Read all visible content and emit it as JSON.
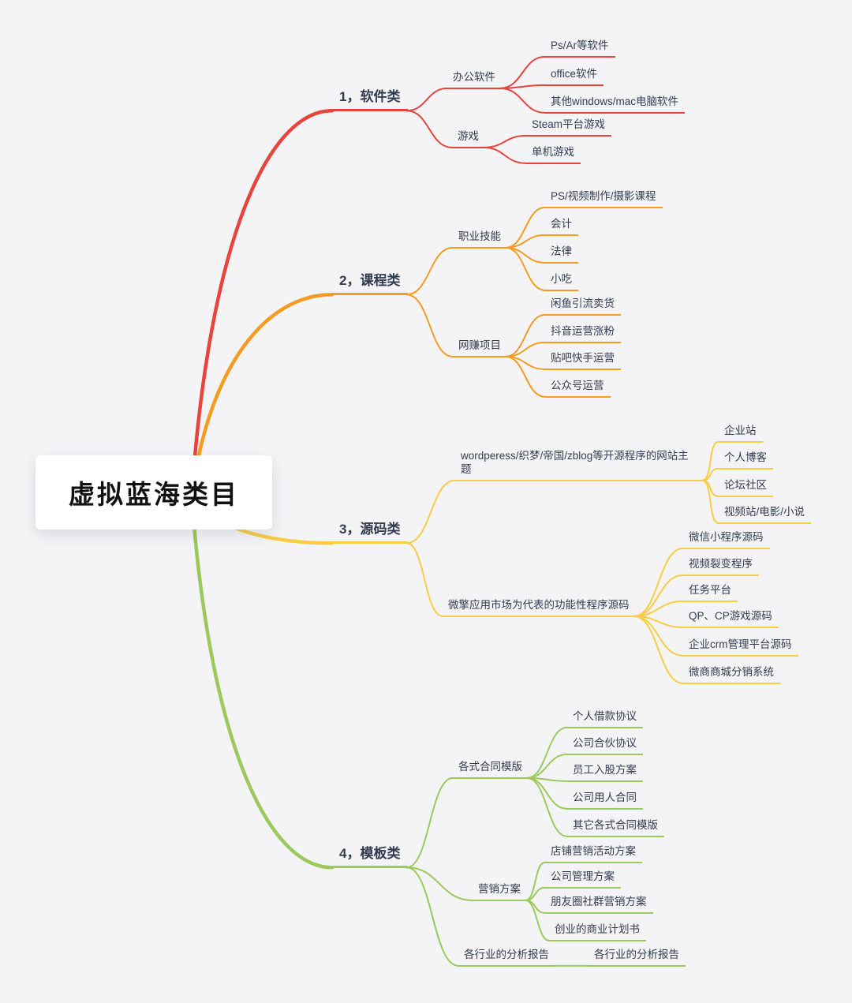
{
  "canvas": {
    "background": "#f4f4f6",
    "text_color": "#333b4f"
  },
  "mindmap": {
    "root": {
      "label": "虚拟蓝海类目"
    },
    "branches": [
      {
        "label": "1，软件类",
        "color": "#e7453c",
        "children": [
          {
            "label": "办公软件",
            "children": [
              {
                "label": "Ps/Ar等软件"
              },
              {
                "label": "office软件"
              },
              {
                "label": "其他windows/mac电脑软件"
              }
            ]
          },
          {
            "label": "游戏",
            "children": [
              {
                "label": "Steam平台游戏"
              },
              {
                "label": "单机游戏"
              }
            ]
          }
        ]
      },
      {
        "label": "2，课程类",
        "color": "#f59b22",
        "children": [
          {
            "label": "职业技能",
            "children": [
              {
                "label": "PS/视频制作/摄影课程"
              },
              {
                "label": "会计"
              },
              {
                "label": "法律"
              },
              {
                "label": "小吃"
              }
            ]
          },
          {
            "label": "网赚项目",
            "children": [
              {
                "label": "闲鱼引流卖货"
              },
              {
                "label": "抖音运营涨粉"
              },
              {
                "label": "贴吧快手运营"
              },
              {
                "label": "公众号运营"
              }
            ]
          }
        ]
      },
      {
        "label": "3，源码类",
        "color": "#f6cd45",
        "children": [
          {
            "label": "wordperess/织梦/帝国/zblog等开源程序的网站主题",
            "children": [
              {
                "label": "企业站"
              },
              {
                "label": "个人博客"
              },
              {
                "label": "论坛社区"
              },
              {
                "label": "视频站/电影/小说"
              }
            ]
          },
          {
            "label": "微擎应用市场为代表的功能性程序源码",
            "children": [
              {
                "label": "微信小程序源码"
              },
              {
                "label": "视频裂变程序"
              },
              {
                "label": "任务平台"
              },
              {
                "label": "QP、CP游戏源码"
              },
              {
                "label": "企业crm管理平台源码"
              },
              {
                "label": "微商商城分销系统"
              }
            ]
          }
        ]
      },
      {
        "label": "4，模板类",
        "color": "#9cc95b",
        "children": [
          {
            "label": "各式合同模版",
            "children": [
              {
                "label": "个人借款协议"
              },
              {
                "label": "公司合伙协议"
              },
              {
                "label": "员工入股方案"
              },
              {
                "label": "公司用人合同"
              },
              {
                "label": "其它各式合同模版"
              }
            ]
          },
          {
            "label": "营销方案",
            "children": [
              {
                "label": "店铺营销活动方案"
              },
              {
                "label": "公司管理方案"
              },
              {
                "label": "朋友圈社群营销方案"
              },
              {
                "label": "创业的商业计划书"
              }
            ]
          },
          {
            "label": "各行业的分析报告",
            "children": [
              {
                "label": "各行业的分析报告"
              }
            ]
          }
        ]
      }
    ]
  }
}
